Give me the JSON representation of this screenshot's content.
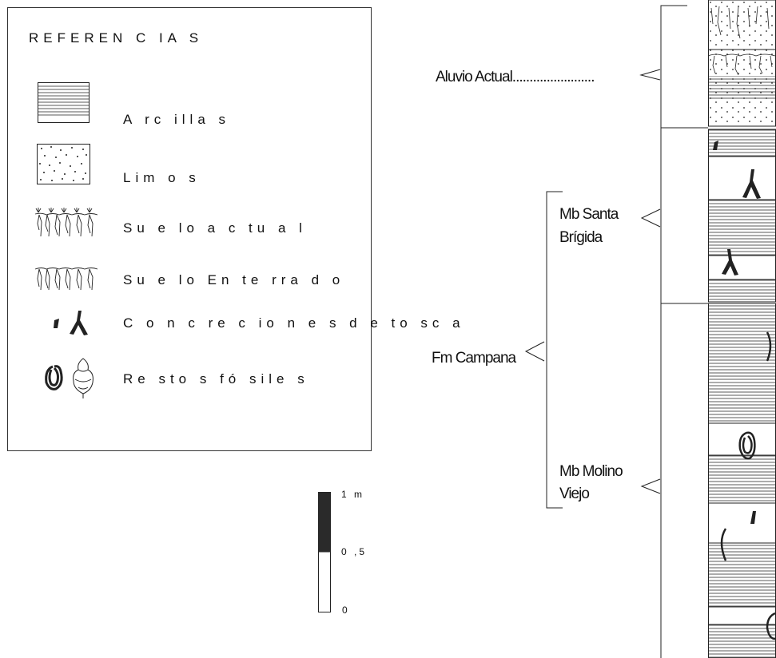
{
  "legend": {
    "title": "REFEREN C IA S",
    "items": [
      {
        "label": "A rc illa s",
        "icon": "clay-pattern-icon"
      },
      {
        "label": "Lim o s",
        "icon": "silt-pattern-icon"
      },
      {
        "label": "Su e lo  a c tu a l",
        "icon": "current-soil-icon"
      },
      {
        "label": "Su e lo  En te rra d o",
        "icon": "buried-soil-icon"
      },
      {
        "label": "C o n c re c io n e s d e  to sc a",
        "icon": "tosca-concretion-icon"
      },
      {
        "label": "Re sto s fó sile s",
        "icon": "fossil-remains-icon"
      }
    ]
  },
  "scale_bar": {
    "labels": {
      "top": "1 m",
      "mid": "0 ,5",
      "bottom": "0"
    },
    "fill_fraction": 0.5
  },
  "units": {
    "aluvio": "Aluvio Actual........................",
    "santa_brigida_line1": "Mb Santa",
    "santa_brigida_line2": "Brígida",
    "campana": "Fm Campana",
    "molino_line1": "Mb Molino",
    "molino_line2": "Viejo"
  }
}
